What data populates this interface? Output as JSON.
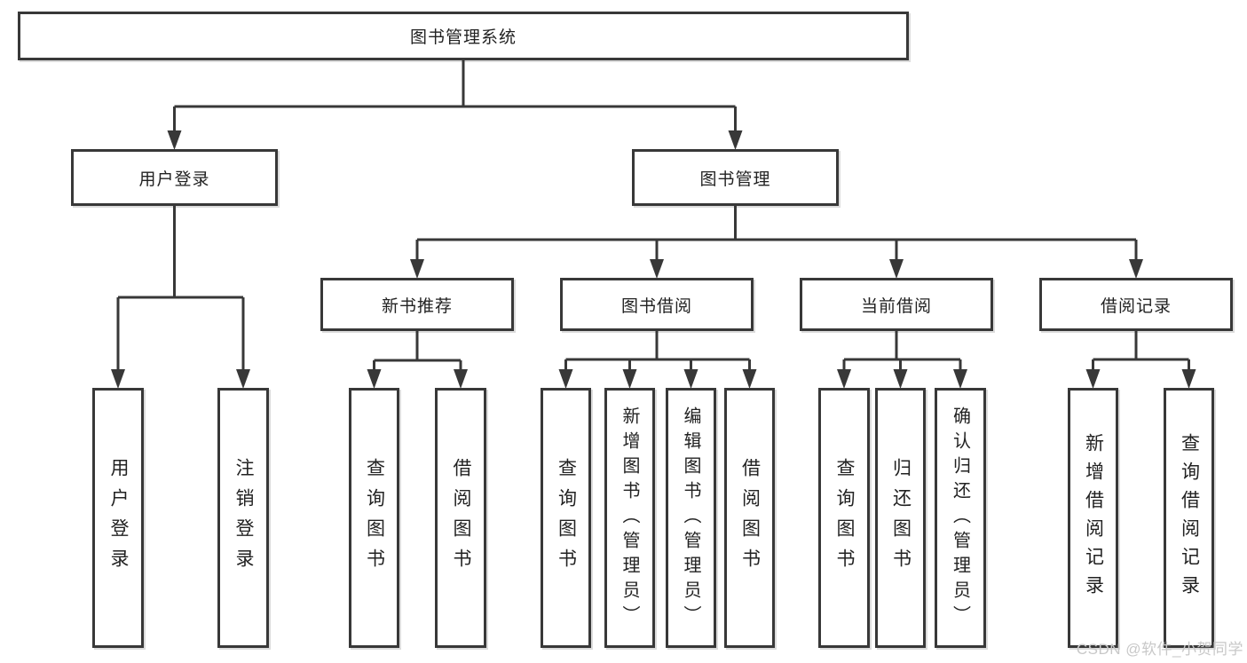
{
  "watermark": "CSDN @软件_小贺同学",
  "colors": {
    "line": "#383838",
    "text": "#222222",
    "watermark": "#c8c8c8",
    "background": "#ffffff"
  },
  "tree": {
    "root": "图书管理系统",
    "branches": [
      {
        "label": "用户登录",
        "children": [
          "用户登录",
          "注销登录"
        ]
      },
      {
        "label": "图书管理",
        "groups": [
          {
            "label": "新书推荐",
            "children": [
              "查询图书",
              "借阅图书"
            ]
          },
          {
            "label": "图书借阅",
            "children": [
              "查询图书",
              "新增图书（管理员）",
              "编辑图书（管理员）",
              "借阅图书"
            ]
          },
          {
            "label": "当前借阅",
            "children": [
              "查询图书",
              "归还图书",
              "确认归还（管理员）"
            ]
          },
          {
            "label": "借阅记录",
            "children": [
              "新增借阅记录",
              "查询借阅记录"
            ]
          }
        ]
      }
    ]
  }
}
